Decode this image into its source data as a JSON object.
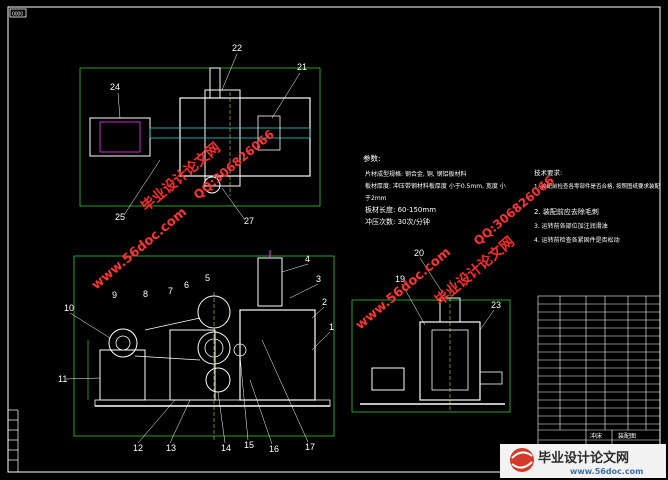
{
  "corner_tag": "0000",
  "part_labels": [
    "1",
    "2",
    "3",
    "4",
    "5",
    "6",
    "7",
    "8",
    "9",
    "10",
    "11",
    "12",
    "13",
    "14",
    "15",
    "16",
    "17",
    "19",
    "20",
    "21",
    "22",
    "23",
    "24",
    "25",
    "27"
  ],
  "notes": {
    "heading": "参数:",
    "lines": [
      "片材成型规格: 钢合金, 铜, 钢铝板材料",
      "板材厚度: 冲压带钢材料板厚度 小于0.5mm, 宽度 小",
      "于2mm",
      "板材长度: 60-150mm",
      "冲压次数: 30次/分钟"
    ]
  },
  "requirements": {
    "heading": "技术要求:",
    "lines": [
      "1. 装配前检查各零部件是否合格, 按照图纸要求装配",
      "2. 装配前应去除毛刺",
      "3. 运转前各部位加注润滑油",
      "4. 运转前检查各紧固件是否松动"
    ]
  },
  "watermarks": {
    "site": "www.56doc.com",
    "qq": "QQ:306826066",
    "brand": "毕业设计论文网"
  },
  "logo": {
    "brand": "毕业设计论文网",
    "url": "www.56doc.com"
  },
  "title_block": {
    "name_cell": "冲床",
    "unit_cell": "装配图"
  },
  "colors": {
    "line_white": "#ffffff",
    "line_green": "#33cc33",
    "line_magenta": "#ff33ff",
    "line_cyan": "#33cccc",
    "line_yellow": "#ffff33",
    "watermark_red": "#ff2a2a"
  }
}
